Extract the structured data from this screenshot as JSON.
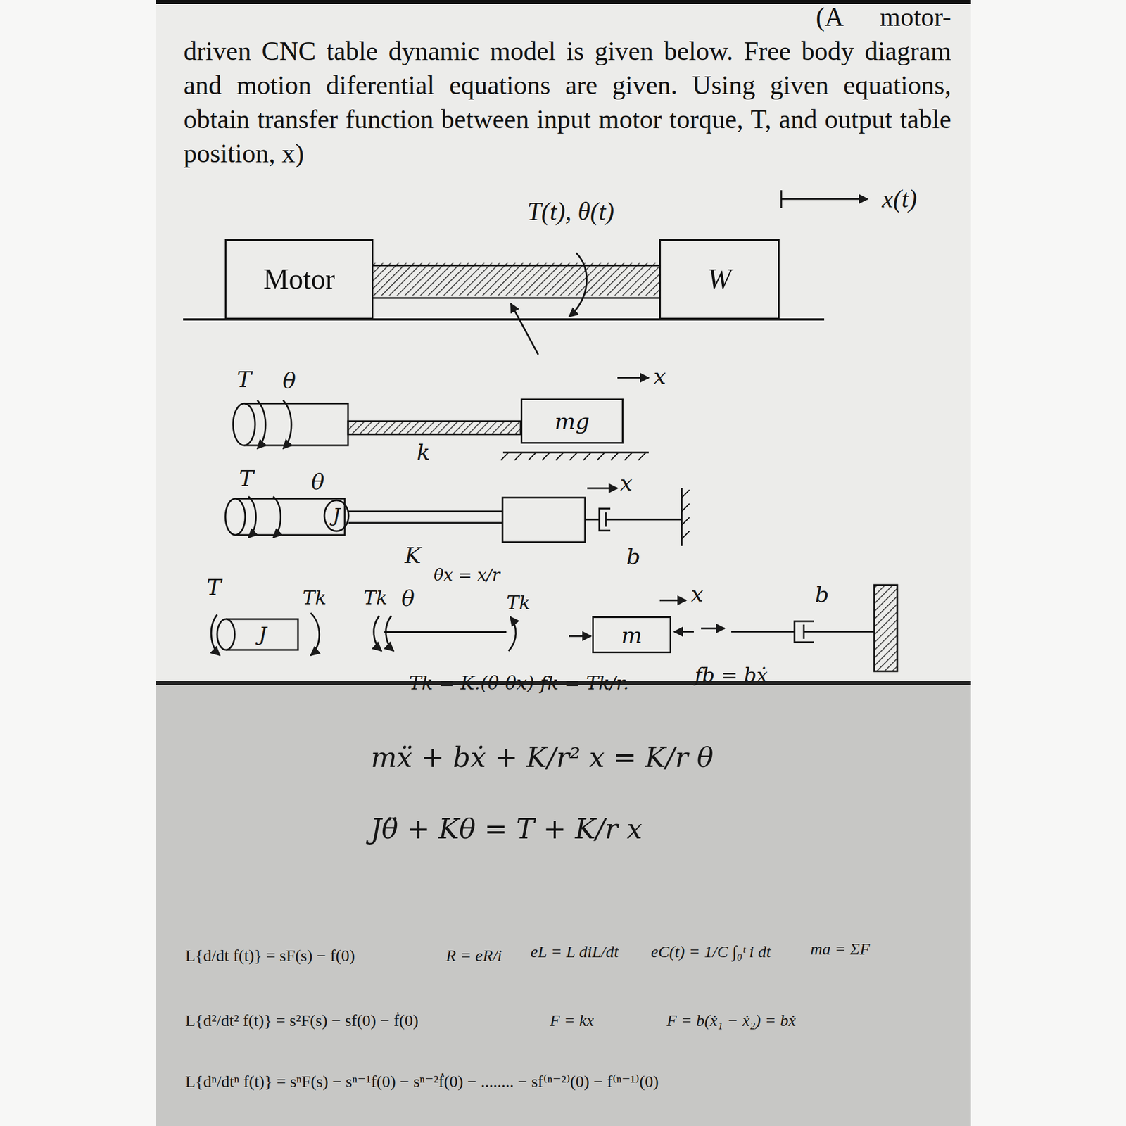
{
  "diagram": {
    "nodes": [
      {
        "text": [
          "Motor"
        ]
      },
      {
        "text": [
          "W"
        ]
      },
      {
        "text": [
          "mg"
        ]
      },
      {
        "text": [
          "m"
        ]
      }
    ],
    "edges": [
      {
        "from": 0,
        "to": 1,
        "arrow": "none"
      }
    ],
    "labels": [
      "(A motor- driven CNC table dynamic model is given below. Free body diagram and motion diferential equations are given. Using given equations, obtain transfer function between input motor torque, T, and output table position, x)",
      "T(t), θ(t)",
      "x(t)",
      "T",
      "θ",
      "x",
      "k",
      "T",
      "θ",
      "J",
      "x",
      "b",
      "K",
      "T",
      "J",
      "Tk",
      "Tk",
      "θ",
      "θx = x/r",
      "Tk",
      "x",
      "b",
      "fb = bẋ",
      "Tk = K.(θ-θx) fk = Tk/r.",
      "mẍ + bẋ + K/r² x = K/r θ",
      "Jθ̈ + Kθ = T + K/r x",
      "L{d/dt f(t)} = sF(s) − f(0)",
      "R = eR/i",
      "eL = L diL/dt",
      "eC(t) = 1/C ∫₀ᵗ i dt",
      "ma = ΣF",
      "L{d²/dt² f(t)} = s²F(s) − sf(0) − ḟ(0)",
      "F = kx",
      "F = b(ẋ₁ − ẋ₂) = bẋ",
      "L{dⁿ/dtⁿ f(t)} = sⁿF(s) − sⁿ⁻¹f(0) − sⁿ⁻²ḟ(0) − ........ − sf⁽ⁿ⁻²⁾(0) − f⁽ⁿ⁻¹⁾(0)"
    ]
  }
}
